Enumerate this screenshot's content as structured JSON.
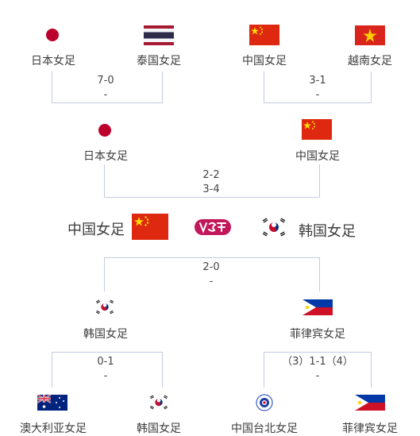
{
  "round1": {
    "left": {
      "team_a": {
        "name": "日本女足",
        "flag": "japan-flag"
      },
      "team_b": {
        "name": "泰国女足",
        "flag": "thailand-flag"
      },
      "score_1": "7-0",
      "score_2": "-"
    },
    "right": {
      "team_a": {
        "name": "中国女足",
        "flag": "china-flag"
      },
      "team_b": {
        "name": "越南女足",
        "flag": "vietnam-flag"
      },
      "score_1": "3-1",
      "score_2": "-"
    }
  },
  "semi_top": {
    "team_a": {
      "name": "日本女足",
      "flag": "japan-flag"
    },
    "team_b": {
      "name": "中国女足",
      "flag": "china-flag"
    },
    "score_1": "2-2",
    "score_2": "3-4"
  },
  "final": {
    "team_a": {
      "name": "中国女足",
      "flag": "china-flag"
    },
    "team_b": {
      "name": "韩国女足",
      "flag": "korea-flag"
    },
    "logo": "vs-logo-icon"
  },
  "semi_bottom": {
    "team_a": {
      "name": "韩国女足",
      "flag": "korea-flag"
    },
    "team_b": {
      "name": "菲律宾女足",
      "flag": "philippines-flag"
    },
    "score_1": "2-0",
    "score_2": "-"
  },
  "round2": {
    "left": {
      "team_a": {
        "name": "澳大利亚女足",
        "flag": "australia-flag"
      },
      "team_b": {
        "name": "韩国女足",
        "flag": "korea-flag"
      },
      "score_1": "0-1",
      "score_2": "-"
    },
    "right": {
      "team_a": {
        "name": "中国台北女足",
        "flag": "chinese-taipei-flag"
      },
      "team_b": {
        "name": "菲律宾女足",
        "flag": "philippines-flag"
      },
      "score_1": "（3）1-1（4）",
      "score_2": "-"
    }
  },
  "colors": {
    "bracket_line": "#c5cbe0",
    "china_red": "#de2910",
    "japan_red": "#bc002d",
    "logo_pink": "#c2185b"
  }
}
